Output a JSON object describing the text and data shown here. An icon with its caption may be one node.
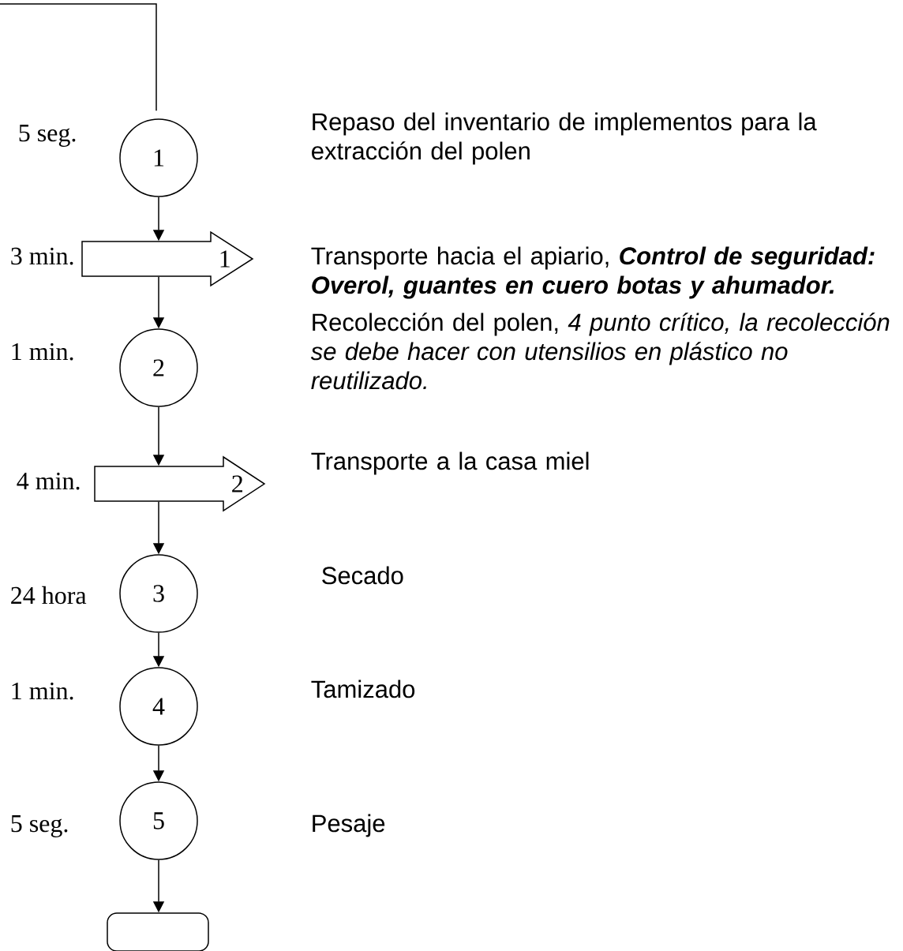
{
  "diagram": {
    "nodes": [
      {
        "text": [
          "1"
        ],
        "beside": [
          "5 seg."
        ]
      },
      {
        "text": [
          "1"
        ],
        "beside": [
          "3 min."
        ]
      },
      {
        "text": [
          "2"
        ],
        "beside": [
          "1 min."
        ]
      },
      {
        "text": [
          "2"
        ],
        "beside": [
          "4 min."
        ]
      },
      {
        "text": [
          "3"
        ],
        "beside": [
          "24 hora"
        ]
      },
      {
        "text": [
          "4"
        ],
        "beside": [
          "1 min."
        ]
      },
      {
        "text": [
          "5"
        ],
        "beside": [
          "5 seg."
        ]
      },
      {
        "text": [],
        "shape": "box"
      }
    ],
    "edges": [
      {
        "from": null,
        "to": 0,
        "arrow": "none"
      },
      {
        "from": 0,
        "to": 1,
        "arrow": "to"
      },
      {
        "from": 1,
        "to": 2,
        "arrow": "to"
      },
      {
        "from": 2,
        "to": 3,
        "arrow": "to"
      },
      {
        "from": 3,
        "to": 4,
        "arrow": "to"
      },
      {
        "from": 4,
        "to": 5,
        "arrow": "to"
      },
      {
        "from": 5,
        "to": 6,
        "arrow": "to"
      },
      {
        "from": 6,
        "to": 7,
        "arrow": "to"
      }
    ],
    "labels": [
      "Repaso del inventario de implementos para la extracción del polen",
      "Transporte hacia el apiario, **Control de seguridad: Overol, guantes en cuero botas y ahumador.**",
      "Recolección del polen, *4 punto crítico, la recolección se debe hacer con utensilios en plástico no reutilizado.*",
      "Transporte a la casa miel",
      "Secado",
      "Tamizado",
      "Pesaje"
    ]
  }
}
